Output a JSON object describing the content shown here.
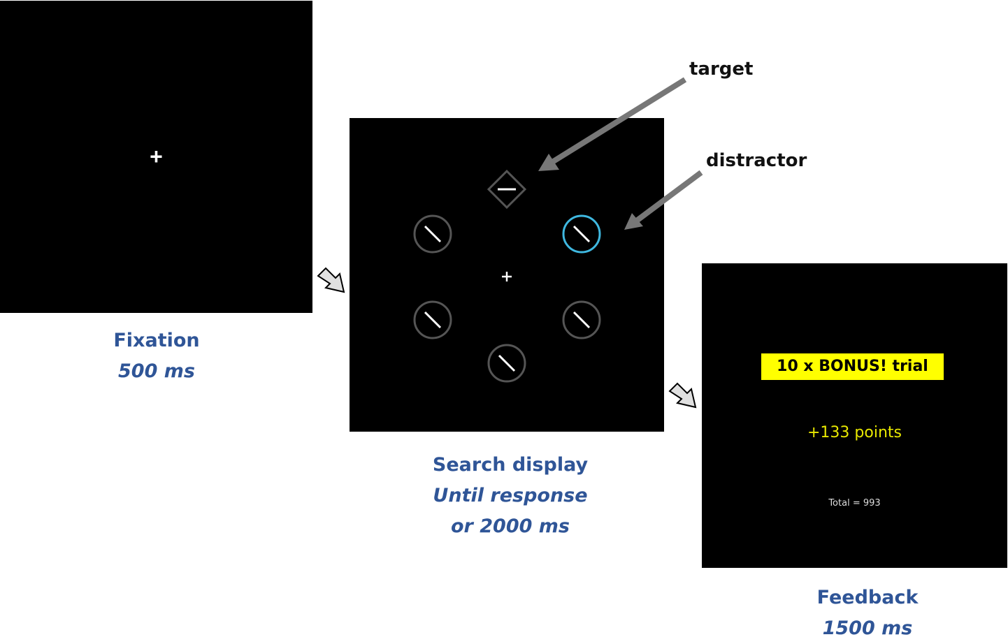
{
  "colors": {
    "label_blue": "#2f5597",
    "distractor_cyan": "#3fb8e0",
    "bonus_yellow": "#ffff00",
    "arrow_gray": "#777777"
  },
  "screens": {
    "fixation": {
      "label": "Fixation",
      "duration": "500 ms",
      "fixation_glyph": "+"
    },
    "search": {
      "label": "Search display",
      "duration_line1": "Until response",
      "duration_line2": "or 2000 ms",
      "fixation_glyph": "+"
    },
    "feedback": {
      "label": "Feedback",
      "duration": "1500 ms",
      "bonus_text": "10 x BONUS! trial",
      "points_text": "+133 points",
      "total_text": "Total = 993"
    }
  },
  "annotations": {
    "target": "target",
    "distractor": "distractor"
  }
}
